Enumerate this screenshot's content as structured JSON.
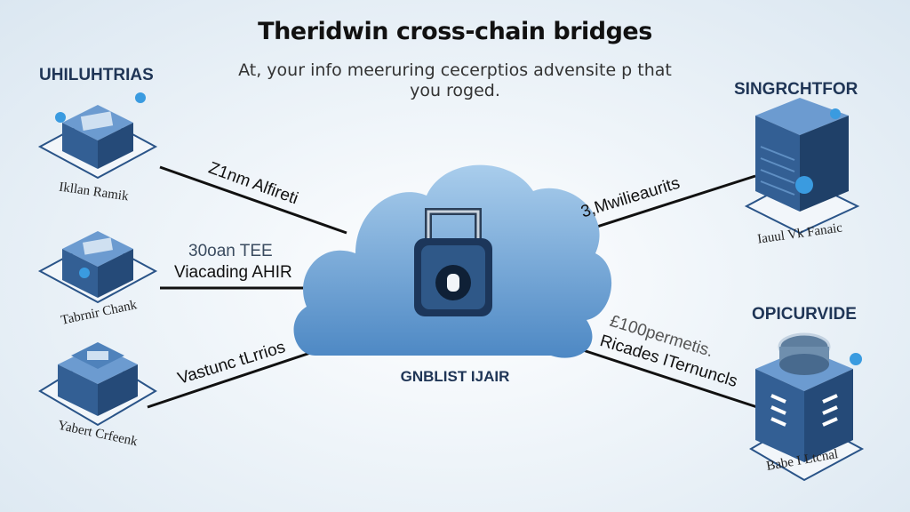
{
  "title": "Theridwin cross-chain bridges",
  "subtitle": [
    "At, your info meeruring cecerptios advensite p that",
    "you roged."
  ],
  "left": {
    "heading": "UHILUHTRIAS",
    "nodes": [
      {
        "label": "Ikllan Ramik"
      },
      {
        "label": "Tabrnir Chank"
      },
      {
        "label": "Yabert Crfeenk"
      }
    ]
  },
  "right": {
    "nodes": [
      {
        "heading": "SINGRCHTFOR",
        "label": "Iauul Vk Fanaic"
      },
      {
        "heading": "OPICURVIDE",
        "label": "Babe I Ltcnal"
      }
    ]
  },
  "links": {
    "left_top": "Z1nm Alfireti",
    "left_mid": [
      "30oan TEE",
      "Viacading AHIR"
    ],
    "left_bottom": "Vastunc tLrrios",
    "right_top": "3,Mwilieaurits",
    "right_bottom": [
      "£100permetis.",
      "Ricades ITernuncls"
    ]
  },
  "center": {
    "label": "GNBLIST IJAIR",
    "icon": "padlock-icon"
  },
  "colors": {
    "cloud": "#5b97cf",
    "box": "#3f72a8",
    "lock": "#1e3a5f",
    "text_dark": "#1f3556"
  }
}
